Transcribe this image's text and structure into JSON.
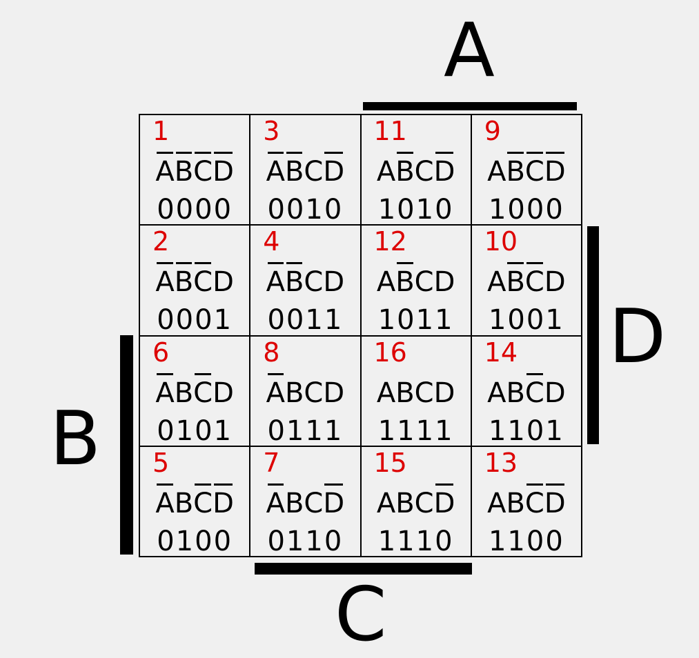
{
  "axes": {
    "a": "A",
    "b": "B",
    "c": "C",
    "d": "D"
  },
  "cells": [
    {
      "number": "1",
      "term": [
        {
          "v": "A",
          "neg": true
        },
        {
          "v": "B",
          "neg": true
        },
        {
          "v": "C",
          "neg": true
        },
        {
          "v": "D",
          "neg": true
        }
      ],
      "bits": "0000"
    },
    {
      "number": "3",
      "term": [
        {
          "v": "A",
          "neg": true
        },
        {
          "v": "B",
          "neg": true
        },
        {
          "v": "C",
          "neg": false
        },
        {
          "v": "D",
          "neg": true
        }
      ],
      "bits": "0010"
    },
    {
      "number": "11",
      "term": [
        {
          "v": "A",
          "neg": false
        },
        {
          "v": "B",
          "neg": true
        },
        {
          "v": "C",
          "neg": false
        },
        {
          "v": "D",
          "neg": true
        }
      ],
      "bits": "1010"
    },
    {
      "number": "9",
      "term": [
        {
          "v": "A",
          "neg": false
        },
        {
          "v": "B",
          "neg": true
        },
        {
          "v": "C",
          "neg": true
        },
        {
          "v": "D",
          "neg": true
        }
      ],
      "bits": "1000"
    },
    {
      "number": "2",
      "term": [
        {
          "v": "A",
          "neg": true
        },
        {
          "v": "B",
          "neg": true
        },
        {
          "v": "C",
          "neg": true
        },
        {
          "v": "D",
          "neg": false
        }
      ],
      "bits": "0001"
    },
    {
      "number": "4",
      "term": [
        {
          "v": "A",
          "neg": true
        },
        {
          "v": "B",
          "neg": true
        },
        {
          "v": "C",
          "neg": false
        },
        {
          "v": "D",
          "neg": false
        }
      ],
      "bits": "0011"
    },
    {
      "number": "12",
      "term": [
        {
          "v": "A",
          "neg": false
        },
        {
          "v": "B",
          "neg": true
        },
        {
          "v": "C",
          "neg": false
        },
        {
          "v": "D",
          "neg": false
        }
      ],
      "bits": "1011"
    },
    {
      "number": "10",
      "term": [
        {
          "v": "A",
          "neg": false
        },
        {
          "v": "B",
          "neg": true
        },
        {
          "v": "C",
          "neg": true
        },
        {
          "v": "D",
          "neg": false
        }
      ],
      "bits": "1001"
    },
    {
      "number": "6",
      "term": [
        {
          "v": "A",
          "neg": true
        },
        {
          "v": "B",
          "neg": false
        },
        {
          "v": "C",
          "neg": true
        },
        {
          "v": "D",
          "neg": false
        }
      ],
      "bits": "0101"
    },
    {
      "number": "8",
      "term": [
        {
          "v": "A",
          "neg": true
        },
        {
          "v": "B",
          "neg": false
        },
        {
          "v": "C",
          "neg": false
        },
        {
          "v": "D",
          "neg": false
        }
      ],
      "bits": "0111"
    },
    {
      "number": "16",
      "term": [
        {
          "v": "A",
          "neg": false
        },
        {
          "v": "B",
          "neg": false
        },
        {
          "v": "C",
          "neg": false
        },
        {
          "v": "D",
          "neg": false
        }
      ],
      "bits": "1111"
    },
    {
      "number": "14",
      "term": [
        {
          "v": "A",
          "neg": false
        },
        {
          "v": "B",
          "neg": false
        },
        {
          "v": "C",
          "neg": true
        },
        {
          "v": "D",
          "neg": false
        }
      ],
      "bits": "1101"
    },
    {
      "number": "5",
      "term": [
        {
          "v": "A",
          "neg": true
        },
        {
          "v": "B",
          "neg": false
        },
        {
          "v": "C",
          "neg": true
        },
        {
          "v": "D",
          "neg": true
        }
      ],
      "bits": "0100"
    },
    {
      "number": "7",
      "term": [
        {
          "v": "A",
          "neg": true
        },
        {
          "v": "B",
          "neg": false
        },
        {
          "v": "C",
          "neg": false
        },
        {
          "v": "D",
          "neg": true
        }
      ],
      "bits": "0110"
    },
    {
      "number": "15",
      "term": [
        {
          "v": "A",
          "neg": false
        },
        {
          "v": "B",
          "neg": false
        },
        {
          "v": "C",
          "neg": false
        },
        {
          "v": "D",
          "neg": true
        }
      ],
      "bits": "1110"
    },
    {
      "number": "13",
      "term": [
        {
          "v": "A",
          "neg": false
        },
        {
          "v": "B",
          "neg": false
        },
        {
          "v": "C",
          "neg": true
        },
        {
          "v": "D",
          "neg": true
        }
      ],
      "bits": "1100"
    }
  ]
}
